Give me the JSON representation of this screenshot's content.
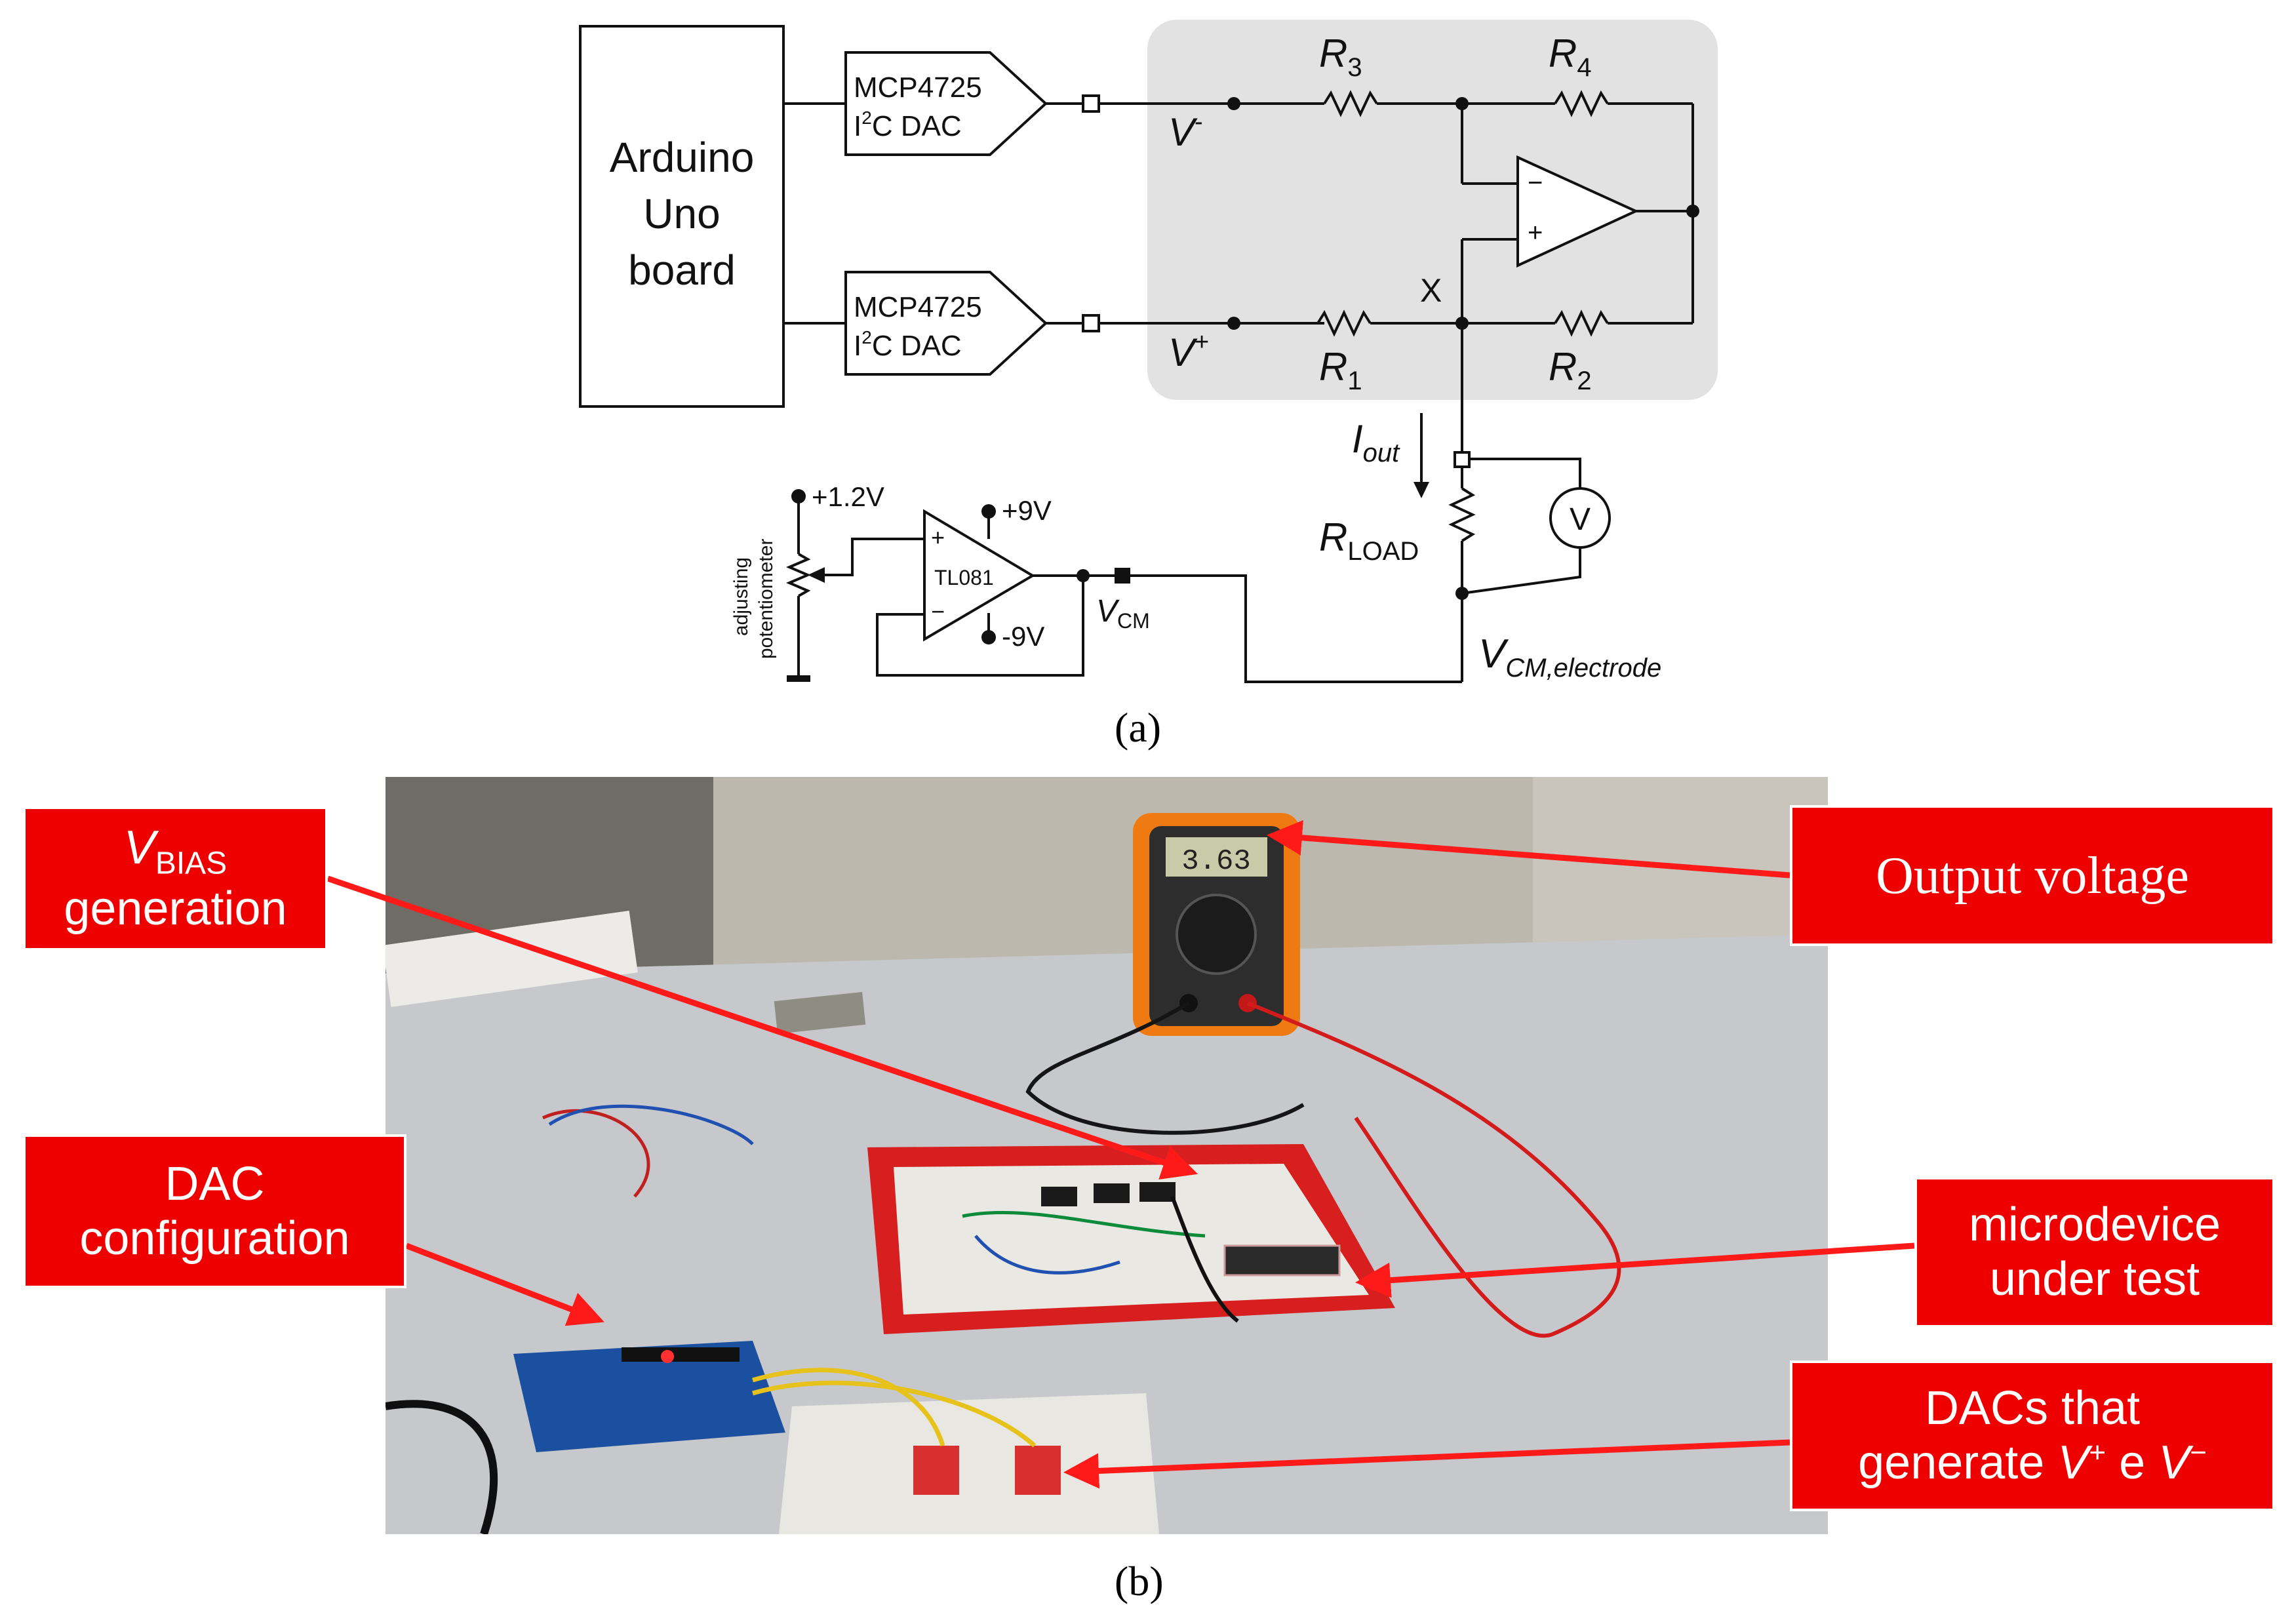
{
  "panel_a": {
    "arduino_lines": [
      "Arduino",
      "Uno",
      "board"
    ],
    "dac_top": {
      "line1": "MCP4725",
      "line2_pre": "I",
      "line2_sup": "2",
      "line2_post": "C DAC"
    },
    "dac_bottom": {
      "line1": "MCP4725",
      "line2_pre": "I",
      "line2_sup": "2",
      "line2_post": "C DAC"
    },
    "v_minus": {
      "base": "V",
      "sup": "-"
    },
    "v_plus": {
      "base": "V",
      "sup": "+"
    },
    "r3": {
      "base": "R",
      "sub": "3"
    },
    "r4": {
      "base": "R",
      "sub": "4"
    },
    "r1": {
      "base": "R",
      "sub": "1"
    },
    "r2": {
      "base": "R",
      "sub": "2"
    },
    "node_x": "X",
    "iout": {
      "base": "I",
      "sub": "out"
    },
    "rload": {
      "base": "R",
      "sub": "LOAD"
    },
    "voltmeter": "V",
    "opamp_minus": "−",
    "opamp_plus": "+",
    "supply_1v2": "+1.2V",
    "supply_p9": "+9V",
    "supply_m9": "-9V",
    "tl081": "TL081",
    "tl_plus": "+",
    "tl_minus": "−",
    "pot_label_1": "adjusting",
    "pot_label_2": "potentiometer",
    "vcm": {
      "base": "V",
      "sub": "CM"
    },
    "vcm_electrode": {
      "base": "V",
      "sub": "CM,electrode"
    },
    "caption": "(a)"
  },
  "panel_b": {
    "caption": "(b)",
    "callouts": {
      "vbias": {
        "base": "V",
        "sub": "BIAS",
        "line2": "generation"
      },
      "output": "Output voltage",
      "dac_config": [
        "DAC",
        "configuration"
      ],
      "microdevice": [
        "microdevice",
        "under test"
      ],
      "dacs": {
        "line1": "DACs that",
        "line2_pre": "generate ",
        "vplus_base": "V",
        "vplus_sup": "+",
        "mid": " e ",
        "vminus_base": "V",
        "vminus_sup": "−"
      }
    },
    "multimeter_reading": "3.63"
  },
  "colors": {
    "shade": "#e2e2e2",
    "callout_red": "#ee0000",
    "arrow_red": "#ff1a1a",
    "multimeter_orange": "#f07a12",
    "breadboard_red": "#d71f1f",
    "arduino_blue": "#1b4fa0"
  }
}
